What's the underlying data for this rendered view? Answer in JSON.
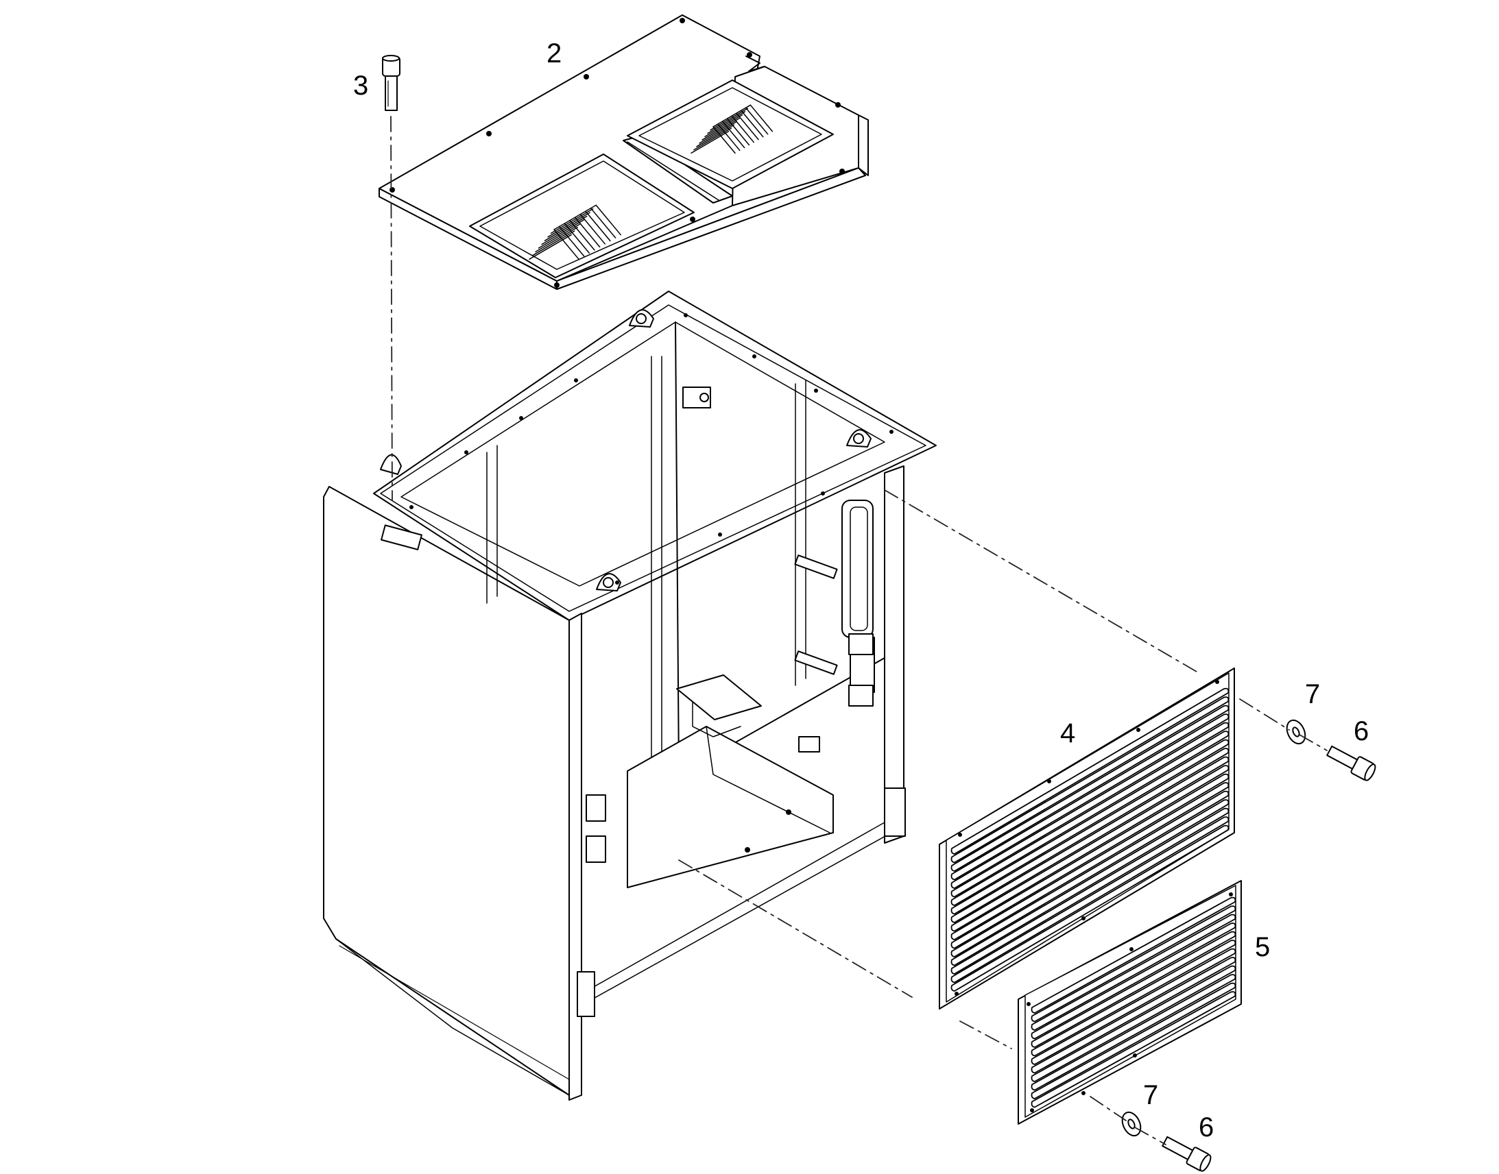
{
  "diagram": {
    "colors": {
      "line": "#000000",
      "fill": "#ffffff",
      "leader": "#222222"
    },
    "callouts": {
      "top_cover": "2",
      "top_screw": "3",
      "upper_louver": "4",
      "lower_louver": "5",
      "screw_upper": "6",
      "washer_upper": "7",
      "screw_lower": "6",
      "washer_lower": "7"
    },
    "parts": [
      "top-cover-panel",
      "cabinet-frame",
      "upper-louver-panel",
      "lower-louver-panel",
      "cap-screw",
      "washer"
    ]
  }
}
